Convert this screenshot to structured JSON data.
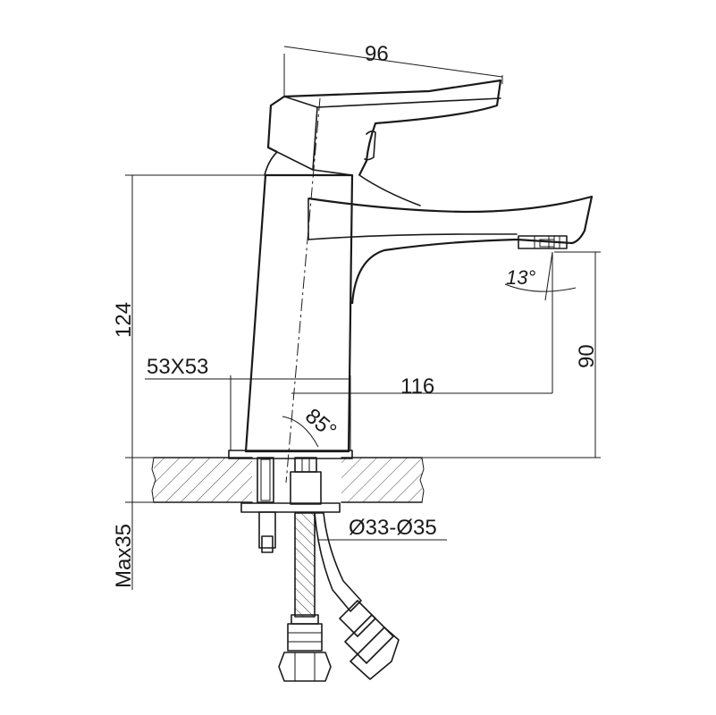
{
  "dimensions": {
    "handle_length": "96",
    "body_height": "124",
    "base_size": "53X53",
    "spout_reach": "116",
    "spout_height": "90",
    "tilt_angle": "85°",
    "aerator_angle": "13°",
    "hole_diameter": "Ø33-Ø35",
    "max_thickness": "Max35"
  }
}
